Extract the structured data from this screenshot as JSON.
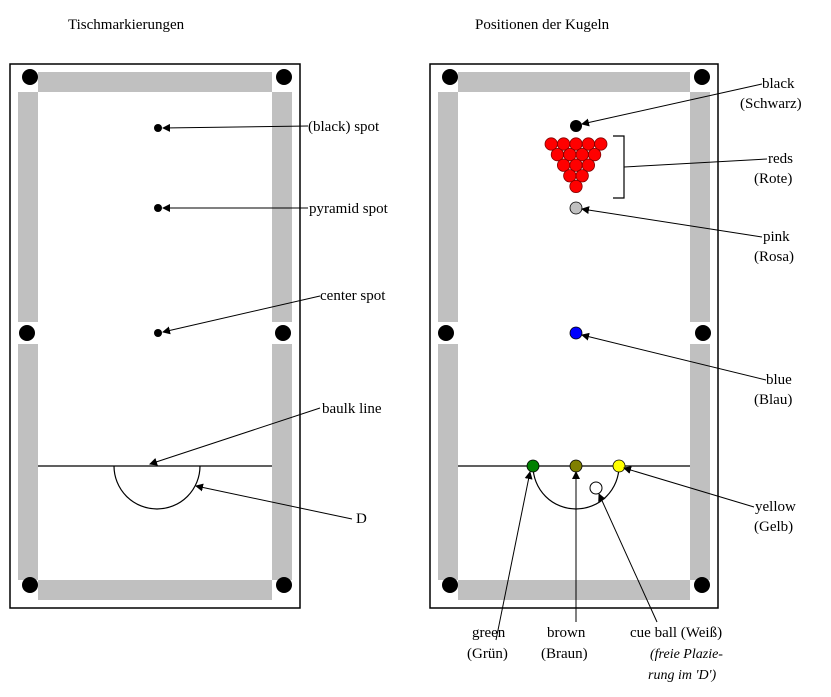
{
  "left_panel": {
    "title": "Tischmarkierungen",
    "labels": {
      "black_spot": "(black) spot",
      "pyramid_spot": "pyramid spot",
      "center_spot": "center spot",
      "baulk_line": "baulk line",
      "d": "D"
    }
  },
  "right_panel": {
    "title": "Positionen der Kugeln",
    "labels": {
      "black": "black",
      "black_de": "(Schwarz)",
      "reds": "reds",
      "reds_de": "(Rote)",
      "pink": "pink",
      "pink_de": "(Rosa)",
      "blue": "blue",
      "blue_de": "(Blau)",
      "yellow": "yellow",
      "yellow_de": "(Gelb)",
      "green": "green",
      "green_de": "(Grün)",
      "brown": "brown",
      "brown_de": "(Braun)",
      "cue_ball": "cue ball (Weiß)",
      "cue_note_1": "(freie Plazie-",
      "cue_note_2": "rung im 'D')"
    }
  },
  "colors": {
    "cushion": "#c0c0c0",
    "black": "#000000",
    "red": "#ff0000",
    "pink": "#c0c0c0",
    "blue": "#0000ff",
    "green": "#008000",
    "brown": "#808000",
    "yellow": "#ffff00",
    "cue": "#ffffff"
  }
}
